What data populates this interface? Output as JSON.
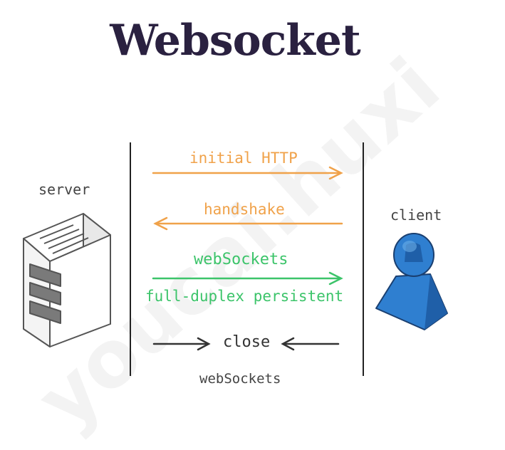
{
  "title": "Websocket",
  "watermark": "youcai.huxi",
  "labels": {
    "server": "server",
    "client": "client",
    "initial_http": "initial HTTP",
    "handshake": "handshake",
    "websockets": "webSockets",
    "full_duplex": "full-duplex persistent",
    "close": "close",
    "bottom": "webSockets"
  },
  "colors": {
    "title": "#2a2140",
    "http": "#f0a24a",
    "ws": "#3cc46a",
    "dark": "#333333",
    "client_blue": "#2f7fd0",
    "client_dark": "#1f5fa8"
  },
  "icons": {
    "server": "server-icon",
    "client": "user-icon"
  }
}
